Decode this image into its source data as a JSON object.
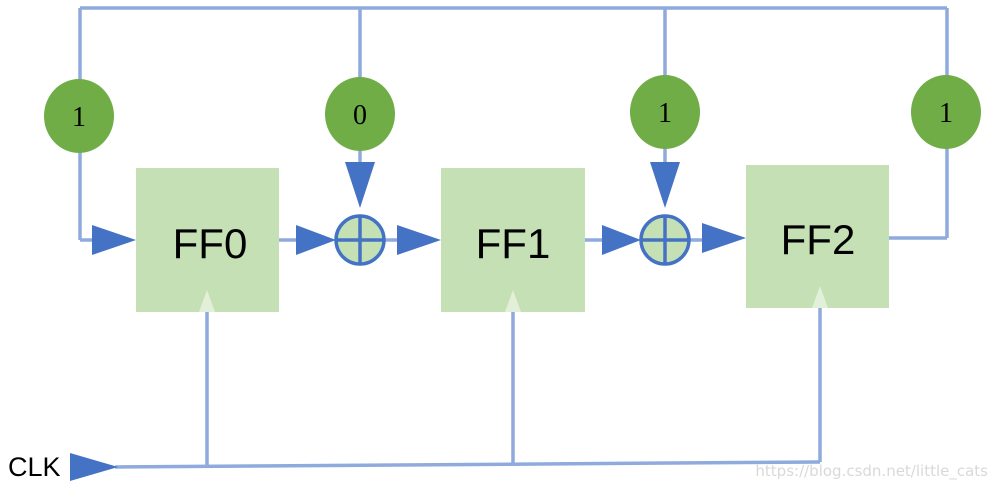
{
  "flip_flops": [
    {
      "label": "FF0"
    },
    {
      "label": "FF1"
    },
    {
      "label": "FF2"
    }
  ],
  "coefficients": [
    {
      "value": "1"
    },
    {
      "value": "0"
    },
    {
      "value": "1"
    },
    {
      "value": "1"
    }
  ],
  "clock": {
    "label": "CLK"
  },
  "watermark": "https://blog.csdn.net/little_cats",
  "colors": {
    "wire": "#8faadc",
    "arrow": "#4472c4",
    "flip_flop_fill": "#c5e0b4",
    "coefficient_fill": "#70ad47"
  }
}
